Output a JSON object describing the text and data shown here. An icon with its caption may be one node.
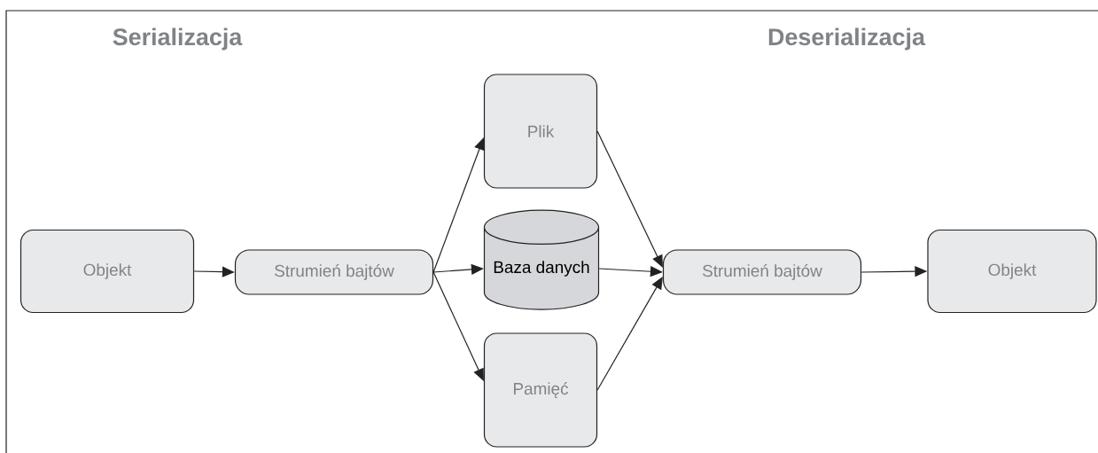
{
  "diagram": {
    "nodes": [
      {
        "text": [
          "Objekt"
        ]
      },
      {
        "text": [
          "Strumień bajtów"
        ]
      },
      {
        "text": [
          "Plik"
        ]
      },
      {
        "text": [
          "Baza danych"
        ]
      },
      {
        "text": [
          "Pamięć"
        ]
      },
      {
        "text": [
          "Strumień bajtów"
        ]
      },
      {
        "text": [
          "Objekt"
        ]
      }
    ],
    "edges": [
      {
        "from": 0,
        "to": 1,
        "arrow": "to"
      },
      {
        "from": 1,
        "to": 2,
        "arrow": "to"
      },
      {
        "from": 1,
        "to": 3,
        "arrow": "to"
      },
      {
        "from": 1,
        "to": 4,
        "arrow": "to"
      },
      {
        "from": 2,
        "to": 5,
        "arrow": "to"
      },
      {
        "from": 3,
        "to": 5,
        "arrow": "to"
      },
      {
        "from": 4,
        "to": 5,
        "arrow": "to"
      },
      {
        "from": 5,
        "to": 6,
        "arrow": "to"
      }
    ],
    "labels": [
      "Serializacja",
      "Deserializacja"
    ]
  }
}
